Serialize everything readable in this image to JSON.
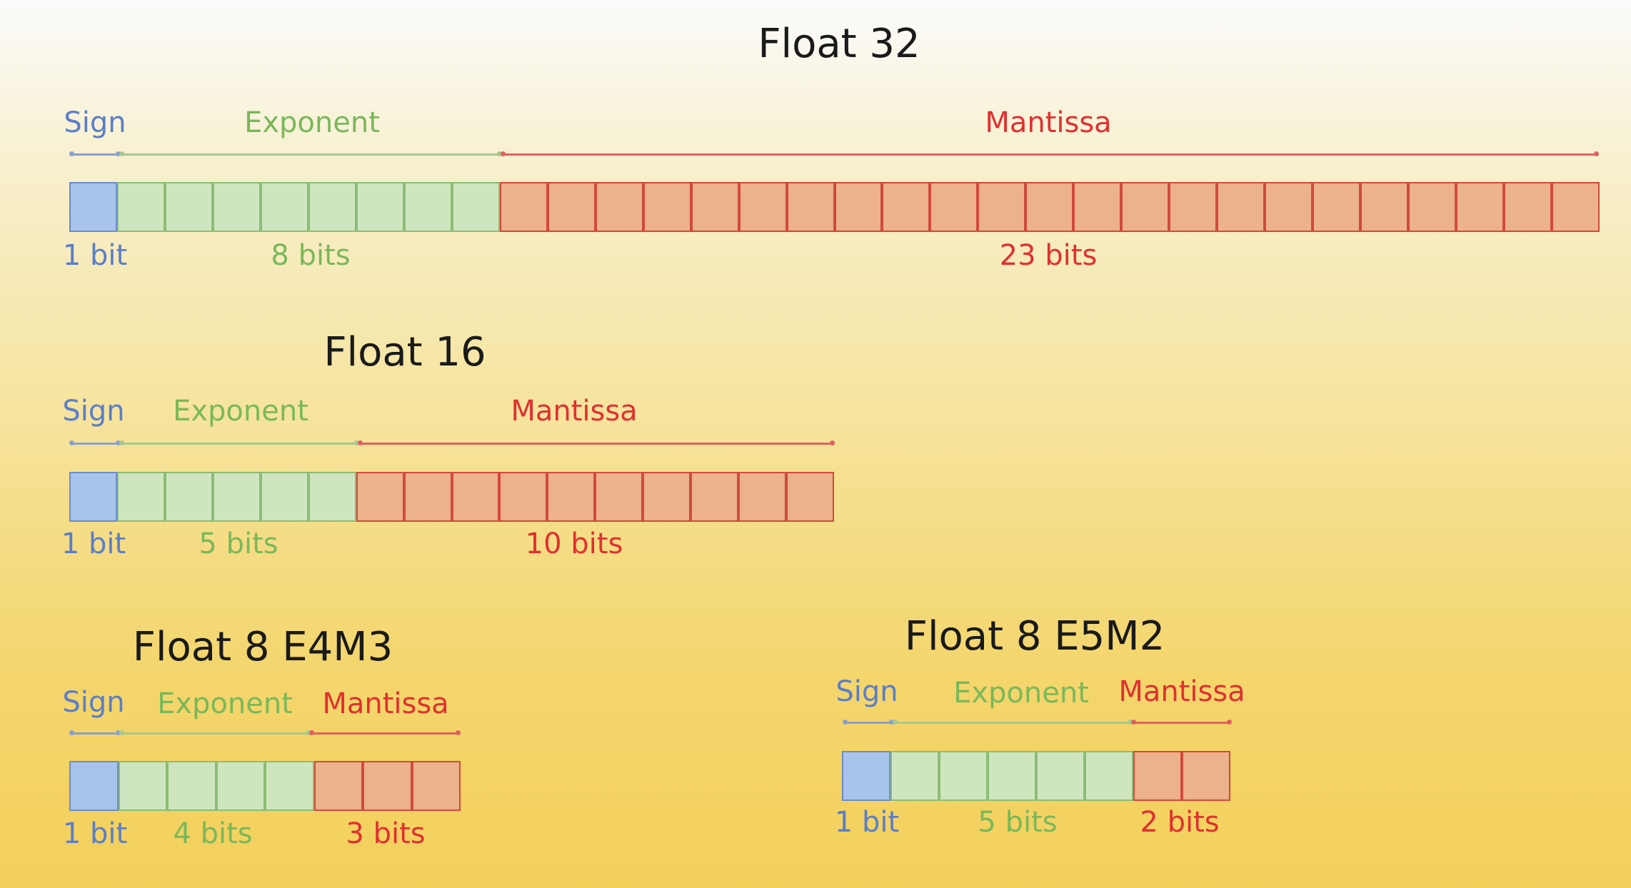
{
  "formats": [
    {
      "id": "float32",
      "title": "Float 32",
      "sign": {
        "label": "Sign",
        "count": 1,
        "bits_label": "1 bit"
      },
      "exponent": {
        "label": "Exponent",
        "count": 8,
        "bits_label": "8 bits"
      },
      "mantissa": {
        "label": "Mantissa",
        "count": 23,
        "bits_label": "23 bits"
      }
    },
    {
      "id": "float16",
      "title": "Float 16",
      "sign": {
        "label": "Sign",
        "count": 1,
        "bits_label": "1 bit"
      },
      "exponent": {
        "label": "Exponent",
        "count": 5,
        "bits_label": "5 bits"
      },
      "mantissa": {
        "label": "Mantissa",
        "count": 10,
        "bits_label": "10 bits"
      }
    },
    {
      "id": "float8-e4m3",
      "title": "Float 8 E4M3",
      "sign": {
        "label": "Sign",
        "count": 1,
        "bits_label": "1 bit"
      },
      "exponent": {
        "label": "Exponent",
        "count": 4,
        "bits_label": "4 bits"
      },
      "mantissa": {
        "label": "Mantissa",
        "count": 3,
        "bits_label": "3 bits"
      }
    },
    {
      "id": "float8-e5m2",
      "title": "Float 8 E5M2",
      "sign": {
        "label": "Sign",
        "count": 1,
        "bits_label": "1 bit"
      },
      "exponent": {
        "label": "Exponent",
        "count": 5,
        "bits_label": "5 bits"
      },
      "mantissa": {
        "label": "Mantissa",
        "count": 2,
        "bits_label": "2 bits"
      }
    }
  ],
  "colors": {
    "sign": "#a9c4ec",
    "exponent": "#cfe5c0",
    "mantissa": "#ebb28c",
    "sign_text": "#5b7ec8",
    "exponent_text": "#7ab85a",
    "mantissa_text": "#e03030"
  }
}
